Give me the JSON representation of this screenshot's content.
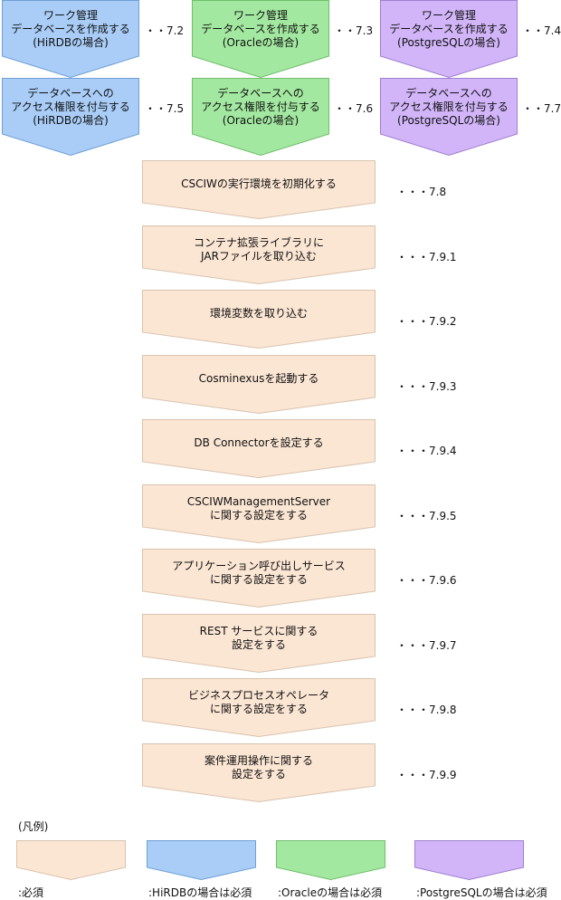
{
  "colors": {
    "required": "#fbe5d3",
    "required_stroke": "#d9c3ae",
    "hirdb": "#a9cdf7",
    "hirdb_stroke": "#6f9fd6",
    "oracle": "#a3e8a0",
    "oracle_stroke": "#6fbd6b",
    "postgresql": "#d1b5f8",
    "postgresql_stroke": "#a07fd0"
  },
  "db_rows": [
    [
      {
        "lines": [
          "ワーク管理",
          "データベースを作成する",
          "(HiRDBの場合)"
        ],
        "ref": "・・7.2",
        "kind": "hirdb"
      },
      {
        "lines": [
          "ワーク管理",
          "データベースを作成する",
          "(Oracleの場合)"
        ],
        "ref": "・・7.3",
        "kind": "oracle"
      },
      {
        "lines": [
          "ワーク管理",
          "データベースを作成する",
          "(PostgreSQLの場合)"
        ],
        "ref": "・・7.4",
        "kind": "postgresql"
      }
    ],
    [
      {
        "lines": [
          "データベースへの",
          "アクセス権限を付与する",
          "(HiRDBの場合)"
        ],
        "ref": "・・7.5",
        "kind": "hirdb"
      },
      {
        "lines": [
          "データベースへの",
          "アクセス権限を付与する",
          "(Oracleの場合)"
        ],
        "ref": "・・7.6",
        "kind": "oracle"
      },
      {
        "lines": [
          "データベースへの",
          "アクセス権限を付与する",
          "(PostgreSQLの場合)"
        ],
        "ref": "・・7.7",
        "kind": "postgresql"
      }
    ]
  ],
  "steps": [
    {
      "lines": [
        "CSCIWの実行環境を初期化する"
      ],
      "ref": "・・・7.8"
    },
    {
      "lines": [
        "コンテナ拡張ライブラリに",
        "JARファイルを取り込む"
      ],
      "ref": "・・・7.9.1"
    },
    {
      "lines": [
        "環境変数を取り込む"
      ],
      "ref": "・・・7.9.2"
    },
    {
      "lines": [
        "Cosminexusを起動する"
      ],
      "ref": "・・・7.9.3"
    },
    {
      "lines": [
        "DB Connectorを設定する"
      ],
      "ref": "・・・7.9.4"
    },
    {
      "lines": [
        "CSCIWManagementServer",
        "に関する設定をする"
      ],
      "ref": "・・・7.9.5"
    },
    {
      "lines": [
        "アプリケーション呼び出しサービス",
        "に関する設定をする"
      ],
      "ref": "・・・7.9.6"
    },
    {
      "lines": [
        "REST サービスに関する",
        "設定をする"
      ],
      "ref": "・・・7.9.7"
    },
    {
      "lines": [
        "ビジネスプロセスオペレータ",
        "に関する設定をする"
      ],
      "ref": "・・・7.9.8"
    },
    {
      "lines": [
        "案件運用操作に関する",
        "設定をする"
      ],
      "ref": "・・・7.9.9"
    }
  ],
  "legend": {
    "title": "(凡例)",
    "items": [
      {
        "kind": "required",
        "label": ":必須"
      },
      {
        "kind": "hirdb",
        "label": ":HiRDBの場合は必須"
      },
      {
        "kind": "oracle",
        "label": ":Oracleの場合は必須"
      },
      {
        "kind": "postgresql",
        "label": ":PostgreSQLの場合は必須"
      }
    ]
  }
}
